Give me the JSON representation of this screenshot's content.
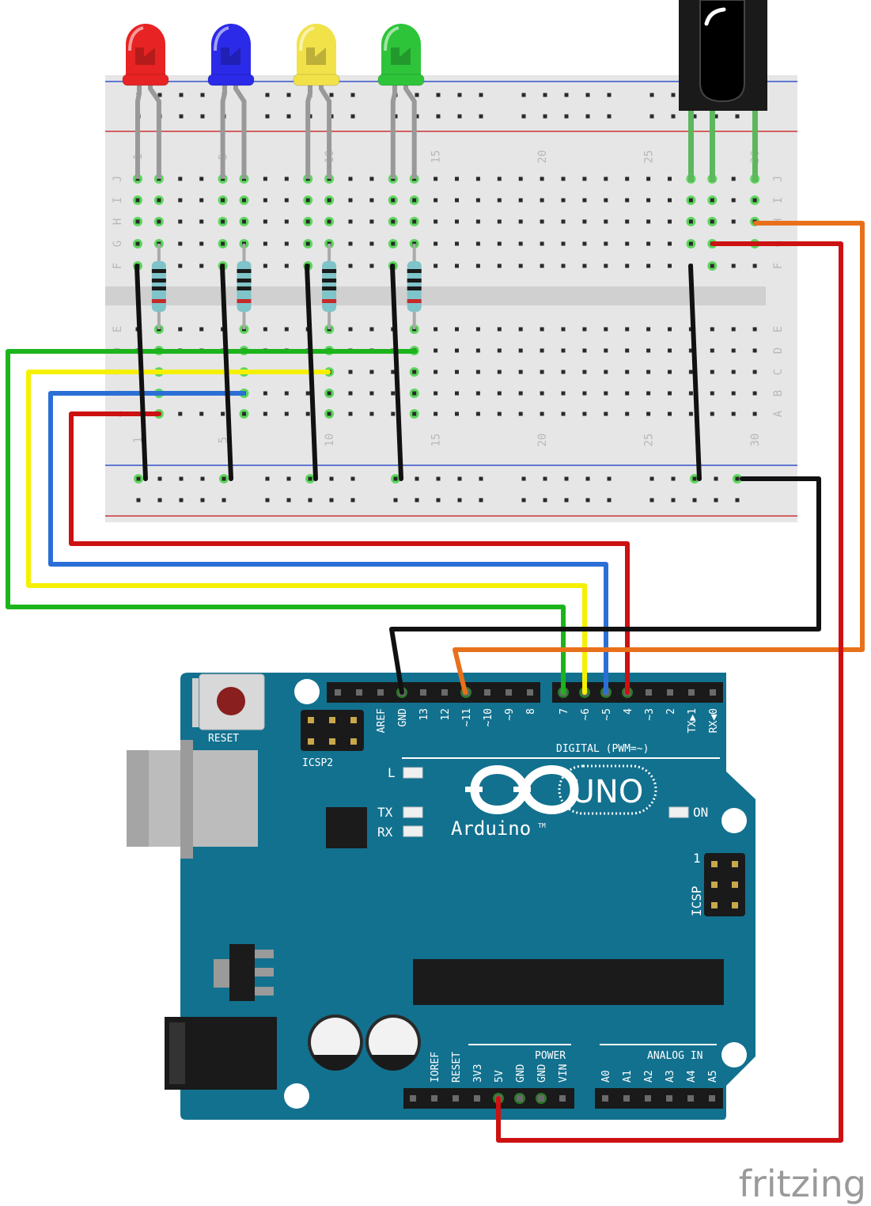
{
  "colors": {
    "led_red": "#e82323",
    "led_blue": "#2a2ae8",
    "led_yellow": "#f2e24a",
    "led_green": "#2ec43a",
    "wire_red": "#cc1111",
    "wire_blue": "#2b6fd6",
    "wire_yellow": "#f5f000",
    "wire_green": "#1cb41c",
    "wire_orange": "#e8701a",
    "wire_black": "#111111",
    "board": "#12718f",
    "breadboard": "#e6e6e6"
  },
  "breadboard": {
    "row_letters_top": [
      "J",
      "I",
      "H",
      "G",
      "F"
    ],
    "row_letters_bottom": [
      "E",
      "D",
      "C",
      "B",
      "A"
    ],
    "column_numbers_top": [
      "1",
      "5",
      "10",
      "15",
      "20",
      "25",
      "30"
    ],
    "column_numbers_bottom": [
      "1",
      "5",
      "10",
      "15",
      "20",
      "25",
      "30"
    ]
  },
  "components": {
    "leds": [
      "red-led",
      "blue-led",
      "yellow-led",
      "green-led"
    ],
    "ir_receiver": "ir-receiver"
  },
  "arduino": {
    "reset_label": "RESET",
    "icsp2_label": "ICSP2",
    "icsp_label": "ICSP",
    "icsp_pin1": "1",
    "digital_pins": [
      "AREF",
      "GND",
      "13",
      "12",
      "~11",
      "~10",
      "~9",
      "8",
      "7",
      "~6",
      "~5",
      "4",
      "~3",
      "2",
      "TX▶1",
      "RX◀0"
    ],
    "digital_label": "DIGITAL (PWM=~)",
    "led_l": "L",
    "led_tx": "TX",
    "led_rx": "RX",
    "led_on": "ON",
    "brand": "Arduino",
    "trademark": "TM",
    "model": "UNO",
    "power_pins": [
      "IOREF",
      "RESET",
      "3V3",
      "5V",
      "GND",
      "GND",
      "VIN"
    ],
    "power_label": "POWER",
    "analog_pins": [
      "A0",
      "A1",
      "A2",
      "A3",
      "A4",
      "A5"
    ],
    "analog_label": "ANALOG IN"
  },
  "watermark": "fritzing"
}
